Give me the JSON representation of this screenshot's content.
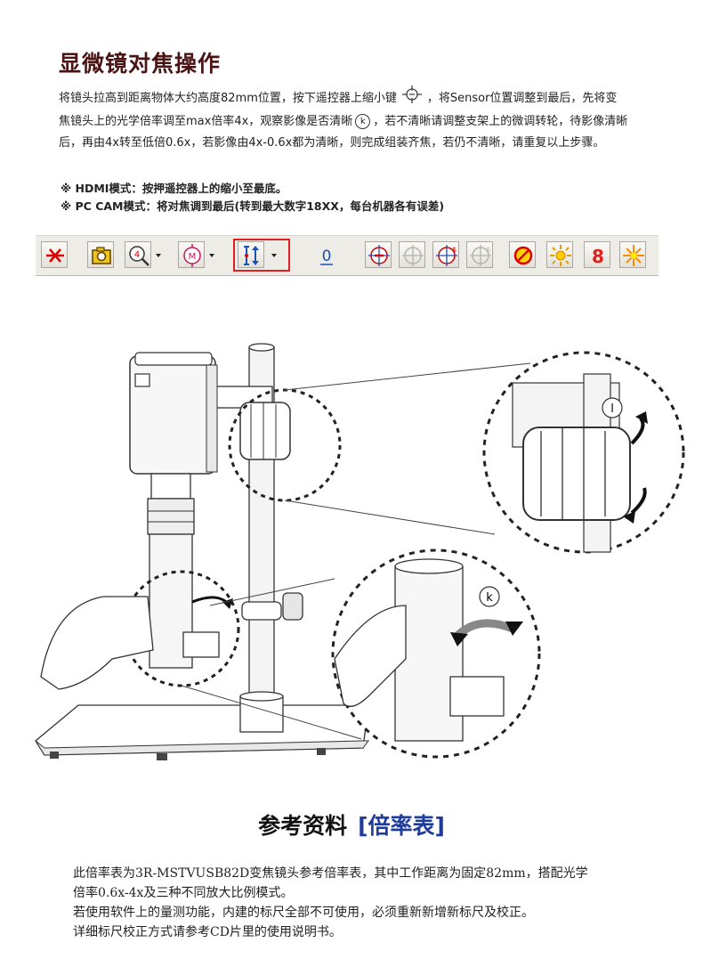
{
  "title": "显微镜对焦操作",
  "paragraph": {
    "part1": "将镜头拉高到距离物体大约高度82mm位置，按下遥控器上缩小键",
    "part2": "，将Sensor位置调整到最后，先将变焦镜头上的光学倍率调至max倍率4x，观察影像是否清晰",
    "k_label": "k",
    "part3": "，若不清晰请调整支架上的微调转轮，待影像清晰后，再由4x转至低倍0.6x，若影像由4x-0.6x都为清晰，则完成组装齐焦，若仍不清晰，请重复以上步骤。"
  },
  "notes": [
    "※  HDMI模式：按押遥控器上的缩小至最底。",
    "※  PC CAM模式：将对焦调到最后(转到最大数字18XX，每台机器各有误差)"
  ],
  "toolbar": {
    "digit_label": "8",
    "zero_label": "0",
    "icons": [
      "crosshair-red-icon",
      "camera-icon",
      "zoom-4-icon",
      "zoom-m-icon",
      "focus-vertical-icon",
      "zero-icon",
      "target-minus-icon",
      "target-plus-disabled-icon",
      "target-rotate-icon",
      "target-disabled-icon",
      "no-symbol-icon",
      "sun-icon",
      "digit-8-icon",
      "sparkle-icon"
    ]
  },
  "illustration": {
    "label_l": "l",
    "label_k": "k"
  },
  "reference": {
    "title_main": "参考资料",
    "title_bracket": "[倍率表]",
    "lines": [
      "此倍率表为3R-MSTVUSB82D变焦镜头参考倍率表，其中工作距离为固定82mm，搭配光学",
      "倍率0.6x-4x及三种不同放大比例模式。",
      "若使用软件上的量测功能，内建的标尺全部不可使用，必须重新新增新标尺及校正。",
      "详细标尺校正方式请参考CD片里的使用说明书。"
    ]
  },
  "colors": {
    "title": "#4a1414",
    "accent_blue": "#1f3c9a",
    "highlight_red": "#e02020"
  }
}
